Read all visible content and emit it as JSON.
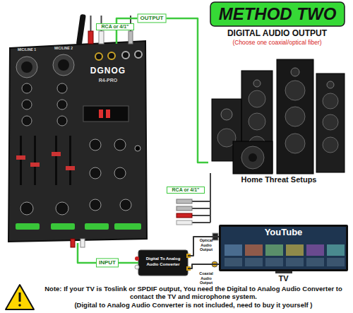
{
  "diagram": {
    "title": "METHOD TWO",
    "nodes": [
      {
        "text": [
          "DGNOG",
          "R4-PRO",
          "MIC/LINE 1",
          "MIC/LINE 2"
        ]
      },
      {
        "text": [
          "Home Threat Setups"
        ]
      },
      {
        "text": [
          "YouTube",
          "TV"
        ]
      },
      {
        "text": [
          "Digital To Analog Audio Converter"
        ]
      }
    ],
    "edges": [
      {
        "from": 0,
        "to": 1,
        "arrow": "none",
        "label": "OUTPUT"
      },
      {
        "from": 3,
        "to": 0,
        "arrow": "none",
        "label": "INPUT"
      },
      {
        "from": 2,
        "to": 3,
        "arrow": "none"
      },
      {
        "from": 2,
        "to": 3,
        "arrow": "none"
      }
    ],
    "labels": [
      "DIGITAL AUDIO OUTPUT",
      "(Choose one coaxial/optical fiber)",
      "RCA or 4/1\"",
      "RCA or 4/1\"",
      "Optical Audio Output",
      "Coaxial Audio Output",
      "Note: If your TV is Toslink or SPDIF output, You need the Digital to Analog Audio Converter to contact the TV and microphone system.",
      "(Digital to Analog Audio Converter is not included, need to buy it yourself )"
    ]
  }
}
